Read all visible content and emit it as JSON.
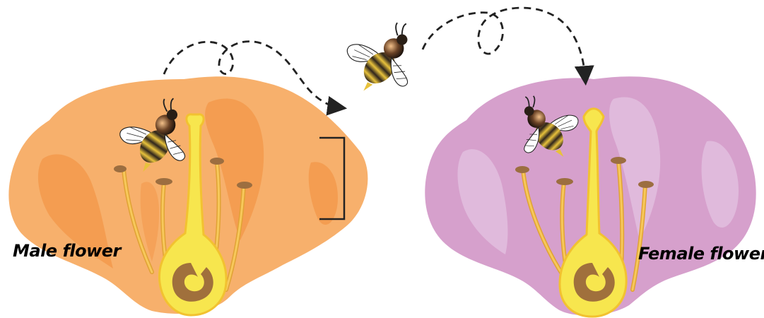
{
  "labels": {
    "male": "Male flower",
    "female": "Female flower"
  },
  "colors": {
    "male_petal": "#f7b06c",
    "male_petal_shade": "#f39a4c",
    "female_petal": "#d6a0cc",
    "female_petal_light": "#e2bede",
    "pistil": "#f7e64e",
    "pistil_outline": "#f2c230",
    "ovule": "#a0703c",
    "stamen": "#f1b743",
    "anther": "#9c6e40",
    "bee_stripe_yellow": "#e8c23c",
    "bee_stripe_dark": "#3a2c22",
    "flight_path": "#222222"
  },
  "icons": [
    "bee-icon",
    "flight-path-arrow",
    "bracket-marker"
  ]
}
